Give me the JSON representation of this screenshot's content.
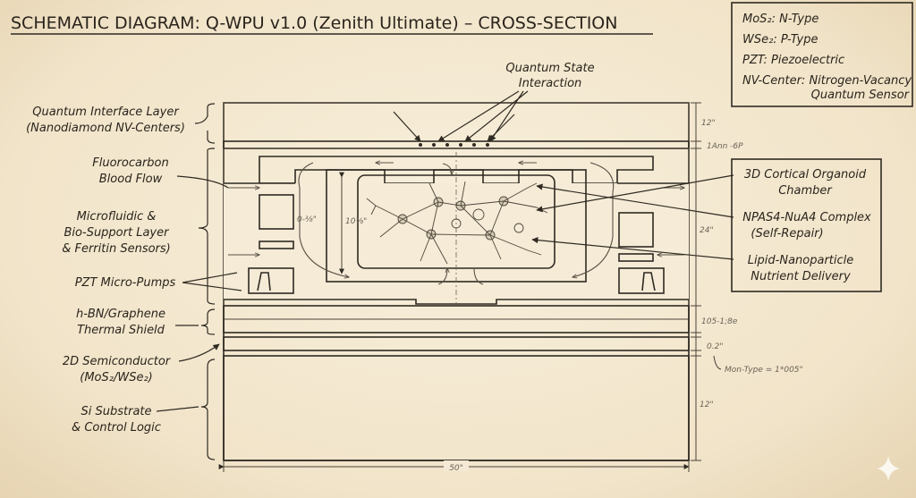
{
  "title": "SCHEMATIC DIAGRAM: Q-WPU v1.0 (Zenith Ultimate) – CROSS-SECTION",
  "legend": [
    "MoS₂: N-Type",
    "WSe₂: P-Type",
    "PZT: Piezoelectric",
    "NV-Center: Nitrogen-Vacancy",
    "Quantum Sensor"
  ],
  "top_label": [
    "Quantum State",
    "Interaction"
  ],
  "left_labels": {
    "quantum_interface": [
      "Quantum Interface Layer",
      "(Nanodiamond NV-Centers)"
    ],
    "blood_flow": [
      "Fluorocarbon",
      "Blood Flow"
    ],
    "microfluidic": [
      "Microfluidic &",
      "Bio-Support Layer",
      "& Ferritin Sensors)"
    ],
    "pzt": "PZT Micro-Pumps",
    "thermal": [
      "h-BN/Graphene",
      "Thermal Shield"
    ],
    "semiconductor": [
      "2D Semiconductor",
      "(MoS₂/WSe₂)"
    ],
    "substrate": [
      "Si Substrate",
      "& Control Logic"
    ]
  },
  "right_callouts": {
    "organoid": [
      "3D Cortical Organoid",
      "Chamber"
    ],
    "npas4": [
      "NPAS4-NuA4 Complex",
      "(Self-Repair)"
    ],
    "lipid": [
      "Lipid-Nanoparticle",
      "Nutrient Delivery"
    ]
  },
  "dimensions": {
    "top_layer": "12\"",
    "thin_band": "1Ann -6P",
    "bio_layer": "24\"",
    "chamber_height": "10⅞\"",
    "gap": "0-⅜\"",
    "thermal": "105-1;8e",
    "semi": "0.2\"",
    "mon_type": "Mon-Type = 1*005\"",
    "substrate": "12\"",
    "width": "50\""
  },
  "colors": {
    "ink": "#2f2a22",
    "paper": "#f3e8d2"
  }
}
